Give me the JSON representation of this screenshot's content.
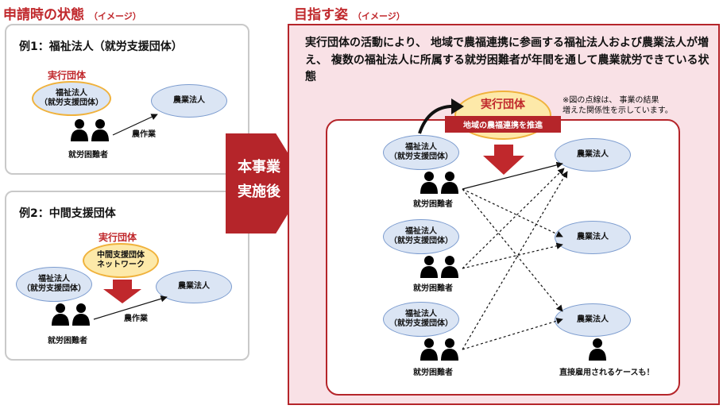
{
  "left_title": {
    "main": "申請時の状態",
    "sub": "（イメージ）"
  },
  "right_title": {
    "main": "目指す姿",
    "sub": "（イメージ）"
  },
  "example1": {
    "title": "例1：福祉法人（就労支援団体）",
    "exec_label": "実行団体",
    "welfare": "福祉法人\n（就労支援団体）",
    "farm": "農業法人",
    "work": "農作業",
    "workers": "就労困難者"
  },
  "example2": {
    "title": "例2：中間支援団体",
    "exec_label": "実行団体",
    "intermediary": "中間支援団体\nネットワーク",
    "welfare": "福祉法人\n（就労支援団体）",
    "farm": "農業法人",
    "work": "農作業",
    "workers": "就労困難者"
  },
  "transition": "本事業\n実施後",
  "goal": {
    "description": "実行団体の活動により、 地域で農福連携に参画する福祉法人および農業法人が増え、 複数の福祉法人に所属する就労困難者が年間を通して農業就労できている状態",
    "exec_title": "実行団体",
    "exec_sub": "地域の農福連携を推進",
    "note": "※図の点線は、 事業の結果\n増えた関係性を示しています。",
    "welfare": [
      "福祉法人\n（就労支援団体）",
      "福祉法人\n（就労支援団体）",
      "福祉法人\n（就労支援団体）"
    ],
    "workers": [
      "就労困難者",
      "就労困難者",
      "就労困難者"
    ],
    "farms": [
      "農業法人",
      "農業法人",
      "農業法人"
    ],
    "direct": "直接雇用されるケースも！"
  },
  "colors": {
    "accent": "#c0282c",
    "dark_red": "#b5252a",
    "ellipse_fill": "#dbe5f4",
    "ellipse_border": "#7c9ccf",
    "highlight": "#f0b23c",
    "highlight_fill": "#fde9a9",
    "person": "#1f5fb0",
    "goal_bg": "#f9e1e6"
  }
}
